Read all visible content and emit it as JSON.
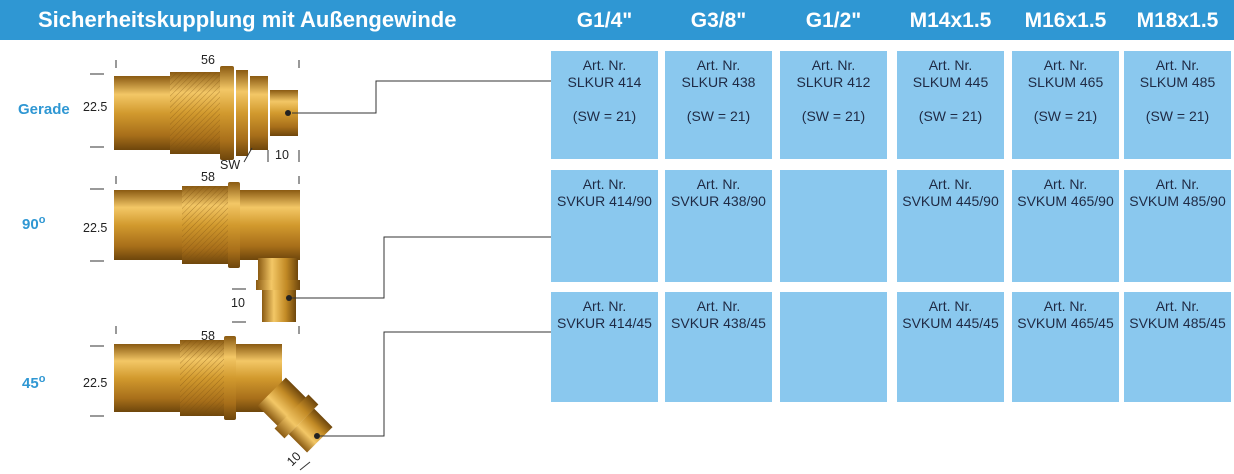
{
  "header": {
    "title": "Sicherheitskupplung mit Außengewinde",
    "columns": [
      "G1/4\"",
      "G3/8\"",
      "G1/2\"",
      "M14x1.5",
      "M16x1.5",
      "M18x1.5"
    ]
  },
  "colors": {
    "header_bg": "#2f97d3",
    "cell_bg": "#8ac8ee",
    "brass": "#d29a2e"
  },
  "rows": [
    {
      "label": "Gerade",
      "label_sup": "",
      "dims": {
        "length": "56",
        "height": "22.5",
        "thread": "10",
        "wrench": "SW"
      },
      "cells": [
        {
          "art": "Art. Nr.",
          "code": "SLKUR 414",
          "sw": "(SW = 21)"
        },
        {
          "art": "Art. Nr.",
          "code": "SLKUR 438",
          "sw": "(SW = 21)"
        },
        {
          "art": "Art. Nr.",
          "code": "SLKUR 412",
          "sw": "(SW = 21)"
        },
        {
          "art": "Art. Nr.",
          "code": "SLKUM 445",
          "sw": "(SW = 21)"
        },
        {
          "art": "Art. Nr.",
          "code": "SLKUM 465",
          "sw": "(SW = 21)"
        },
        {
          "art": "Art. Nr.",
          "code": "SLKUM 485",
          "sw": "(SW = 21)"
        }
      ]
    },
    {
      "label": "90",
      "label_sup": "o",
      "dims": {
        "length": "58",
        "height": "22.5",
        "thread": "10"
      },
      "cells": [
        {
          "art": "Art. Nr.",
          "code": "SVKUR 414/90"
        },
        {
          "art": "Art. Nr.",
          "code": "SVKUR 438/90"
        },
        {
          "art": "",
          "code": ""
        },
        {
          "art": "Art. Nr.",
          "code": "SVKUM 445/90"
        },
        {
          "art": "Art. Nr.",
          "code": "SVKUM 465/90"
        },
        {
          "art": "Art. Nr.",
          "code": "SVKUM 485/90"
        }
      ]
    },
    {
      "label": "45",
      "label_sup": "o",
      "dims": {
        "length": "58",
        "height": "22.5",
        "thread": "10"
      },
      "cells": [
        {
          "art": "Art. Nr.",
          "code": "SVKUR 414/45"
        },
        {
          "art": "Art. Nr.",
          "code": "SVKUR 438/45"
        },
        {
          "art": "",
          "code": ""
        },
        {
          "art": "Art. Nr.",
          "code": "SVKUM 445/45"
        },
        {
          "art": "Art. Nr.",
          "code": "SVKUM 465/45"
        },
        {
          "art": "Art. Nr.",
          "code": "SVKUM 485/45"
        }
      ]
    }
  ]
}
